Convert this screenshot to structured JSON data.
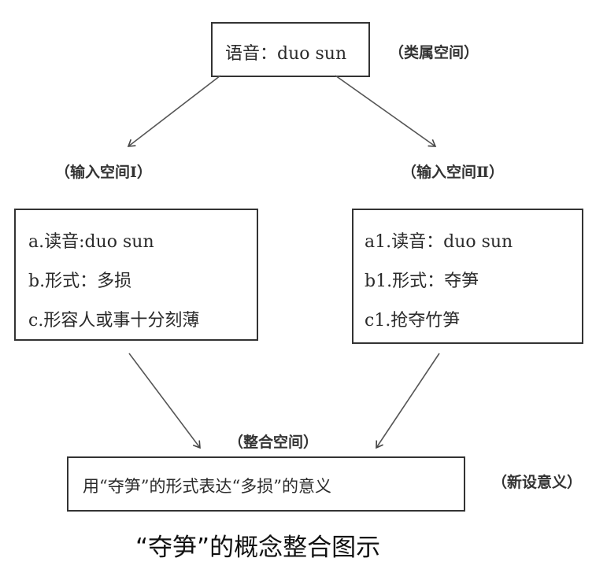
{
  "top": {
    "text": "语音：duo sun",
    "label": "（类属空间）"
  },
  "input1": {
    "label": "（输入空间Ⅰ）",
    "lines": [
      "a.读音:duo sun",
      "b.形式：多损",
      "c.形容人或事十分刻薄"
    ]
  },
  "input2": {
    "label": "（输入空间Ⅱ）",
    "lines": [
      "a1.读音：duo sun",
      "b1.形式：夺笋",
      "c1.抢夺竹笋"
    ]
  },
  "blend": {
    "label": "（整合空间）"
  },
  "emergent": {
    "text": "用“夺笋”的形式表达“多损”的意义",
    "label": "（新设意义）"
  },
  "caption": "“夺笋”的概念整合图示"
}
